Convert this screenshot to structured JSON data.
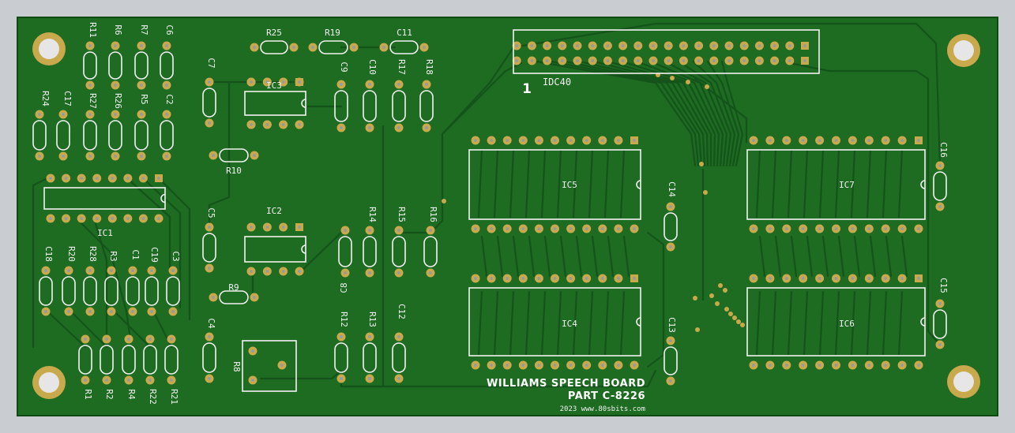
{
  "board": {
    "title_line1": "WILLIAMS SPEECH BOARD",
    "title_line2": "PART C-8226",
    "credit": "2023 www.80sbits.com",
    "connector_label": "IDC40",
    "pin1_marker": "1",
    "colors": {
      "board": "#1e6b22",
      "board_edge": "#1a5e1e",
      "trace": "#14541a",
      "pad": "#c8a94b",
      "silk": "#f2f2f2"
    }
  },
  "ics": [
    {
      "id": "ic1",
      "label": "IC1"
    },
    {
      "id": "ic2",
      "label": "IC2"
    },
    {
      "id": "ic3",
      "label": "IC3"
    },
    {
      "id": "ic4",
      "label": "IC4"
    },
    {
      "id": "ic5",
      "label": "IC5"
    },
    {
      "id": "ic6",
      "label": "IC6"
    },
    {
      "id": "ic7",
      "label": "IC7"
    }
  ],
  "components": [
    {
      "id": "r25",
      "label": "R25"
    },
    {
      "id": "r19",
      "label": "R19"
    },
    {
      "id": "c11",
      "label": "C11"
    },
    {
      "id": "r11",
      "label": "R11"
    },
    {
      "id": "r6",
      "label": "R6"
    },
    {
      "id": "r7",
      "label": "R7"
    },
    {
      "id": "c6",
      "label": "C6"
    },
    {
      "id": "r24",
      "label": "R24"
    },
    {
      "id": "c17",
      "label": "C17"
    },
    {
      "id": "r27",
      "label": "R27"
    },
    {
      "id": "r26",
      "label": "R26"
    },
    {
      "id": "r5",
      "label": "R5"
    },
    {
      "id": "c2",
      "label": "C2"
    },
    {
      "id": "c7",
      "label": "C7"
    },
    {
      "id": "c9",
      "label": "C9"
    },
    {
      "id": "c10",
      "label": "C10"
    },
    {
      "id": "r17",
      "label": "R17"
    },
    {
      "id": "r18",
      "label": "R18"
    },
    {
      "id": "r10",
      "label": "R10"
    },
    {
      "id": "c5",
      "label": "C5"
    },
    {
      "id": "r14",
      "label": "R14"
    },
    {
      "id": "r15",
      "label": "R15"
    },
    {
      "id": "r16",
      "label": "R16"
    },
    {
      "id": "c8",
      "label": "C8"
    },
    {
      "id": "r9",
      "label": "R9"
    },
    {
      "id": "c4",
      "label": "C4"
    },
    {
      "id": "r8",
      "label": "R8"
    },
    {
      "id": "r12",
      "label": "R12"
    },
    {
      "id": "r13",
      "label": "R13"
    },
    {
      "id": "c12",
      "label": "C12"
    },
    {
      "id": "c18",
      "label": "C18"
    },
    {
      "id": "r20",
      "label": "R20"
    },
    {
      "id": "r28",
      "label": "R28"
    },
    {
      "id": "r3",
      "label": "R3"
    },
    {
      "id": "c1",
      "label": "C1"
    },
    {
      "id": "c19",
      "label": "C19"
    },
    {
      "id": "c3",
      "label": "C3"
    },
    {
      "id": "r1",
      "label": "R1"
    },
    {
      "id": "r2",
      "label": "R2"
    },
    {
      "id": "r4",
      "label": "R4"
    },
    {
      "id": "r22",
      "label": "R22"
    },
    {
      "id": "r21",
      "label": "R21"
    },
    {
      "id": "c14",
      "label": "C14"
    },
    {
      "id": "c13",
      "label": "C13"
    },
    {
      "id": "c16",
      "label": "C16"
    },
    {
      "id": "c15",
      "label": "C15"
    }
  ]
}
